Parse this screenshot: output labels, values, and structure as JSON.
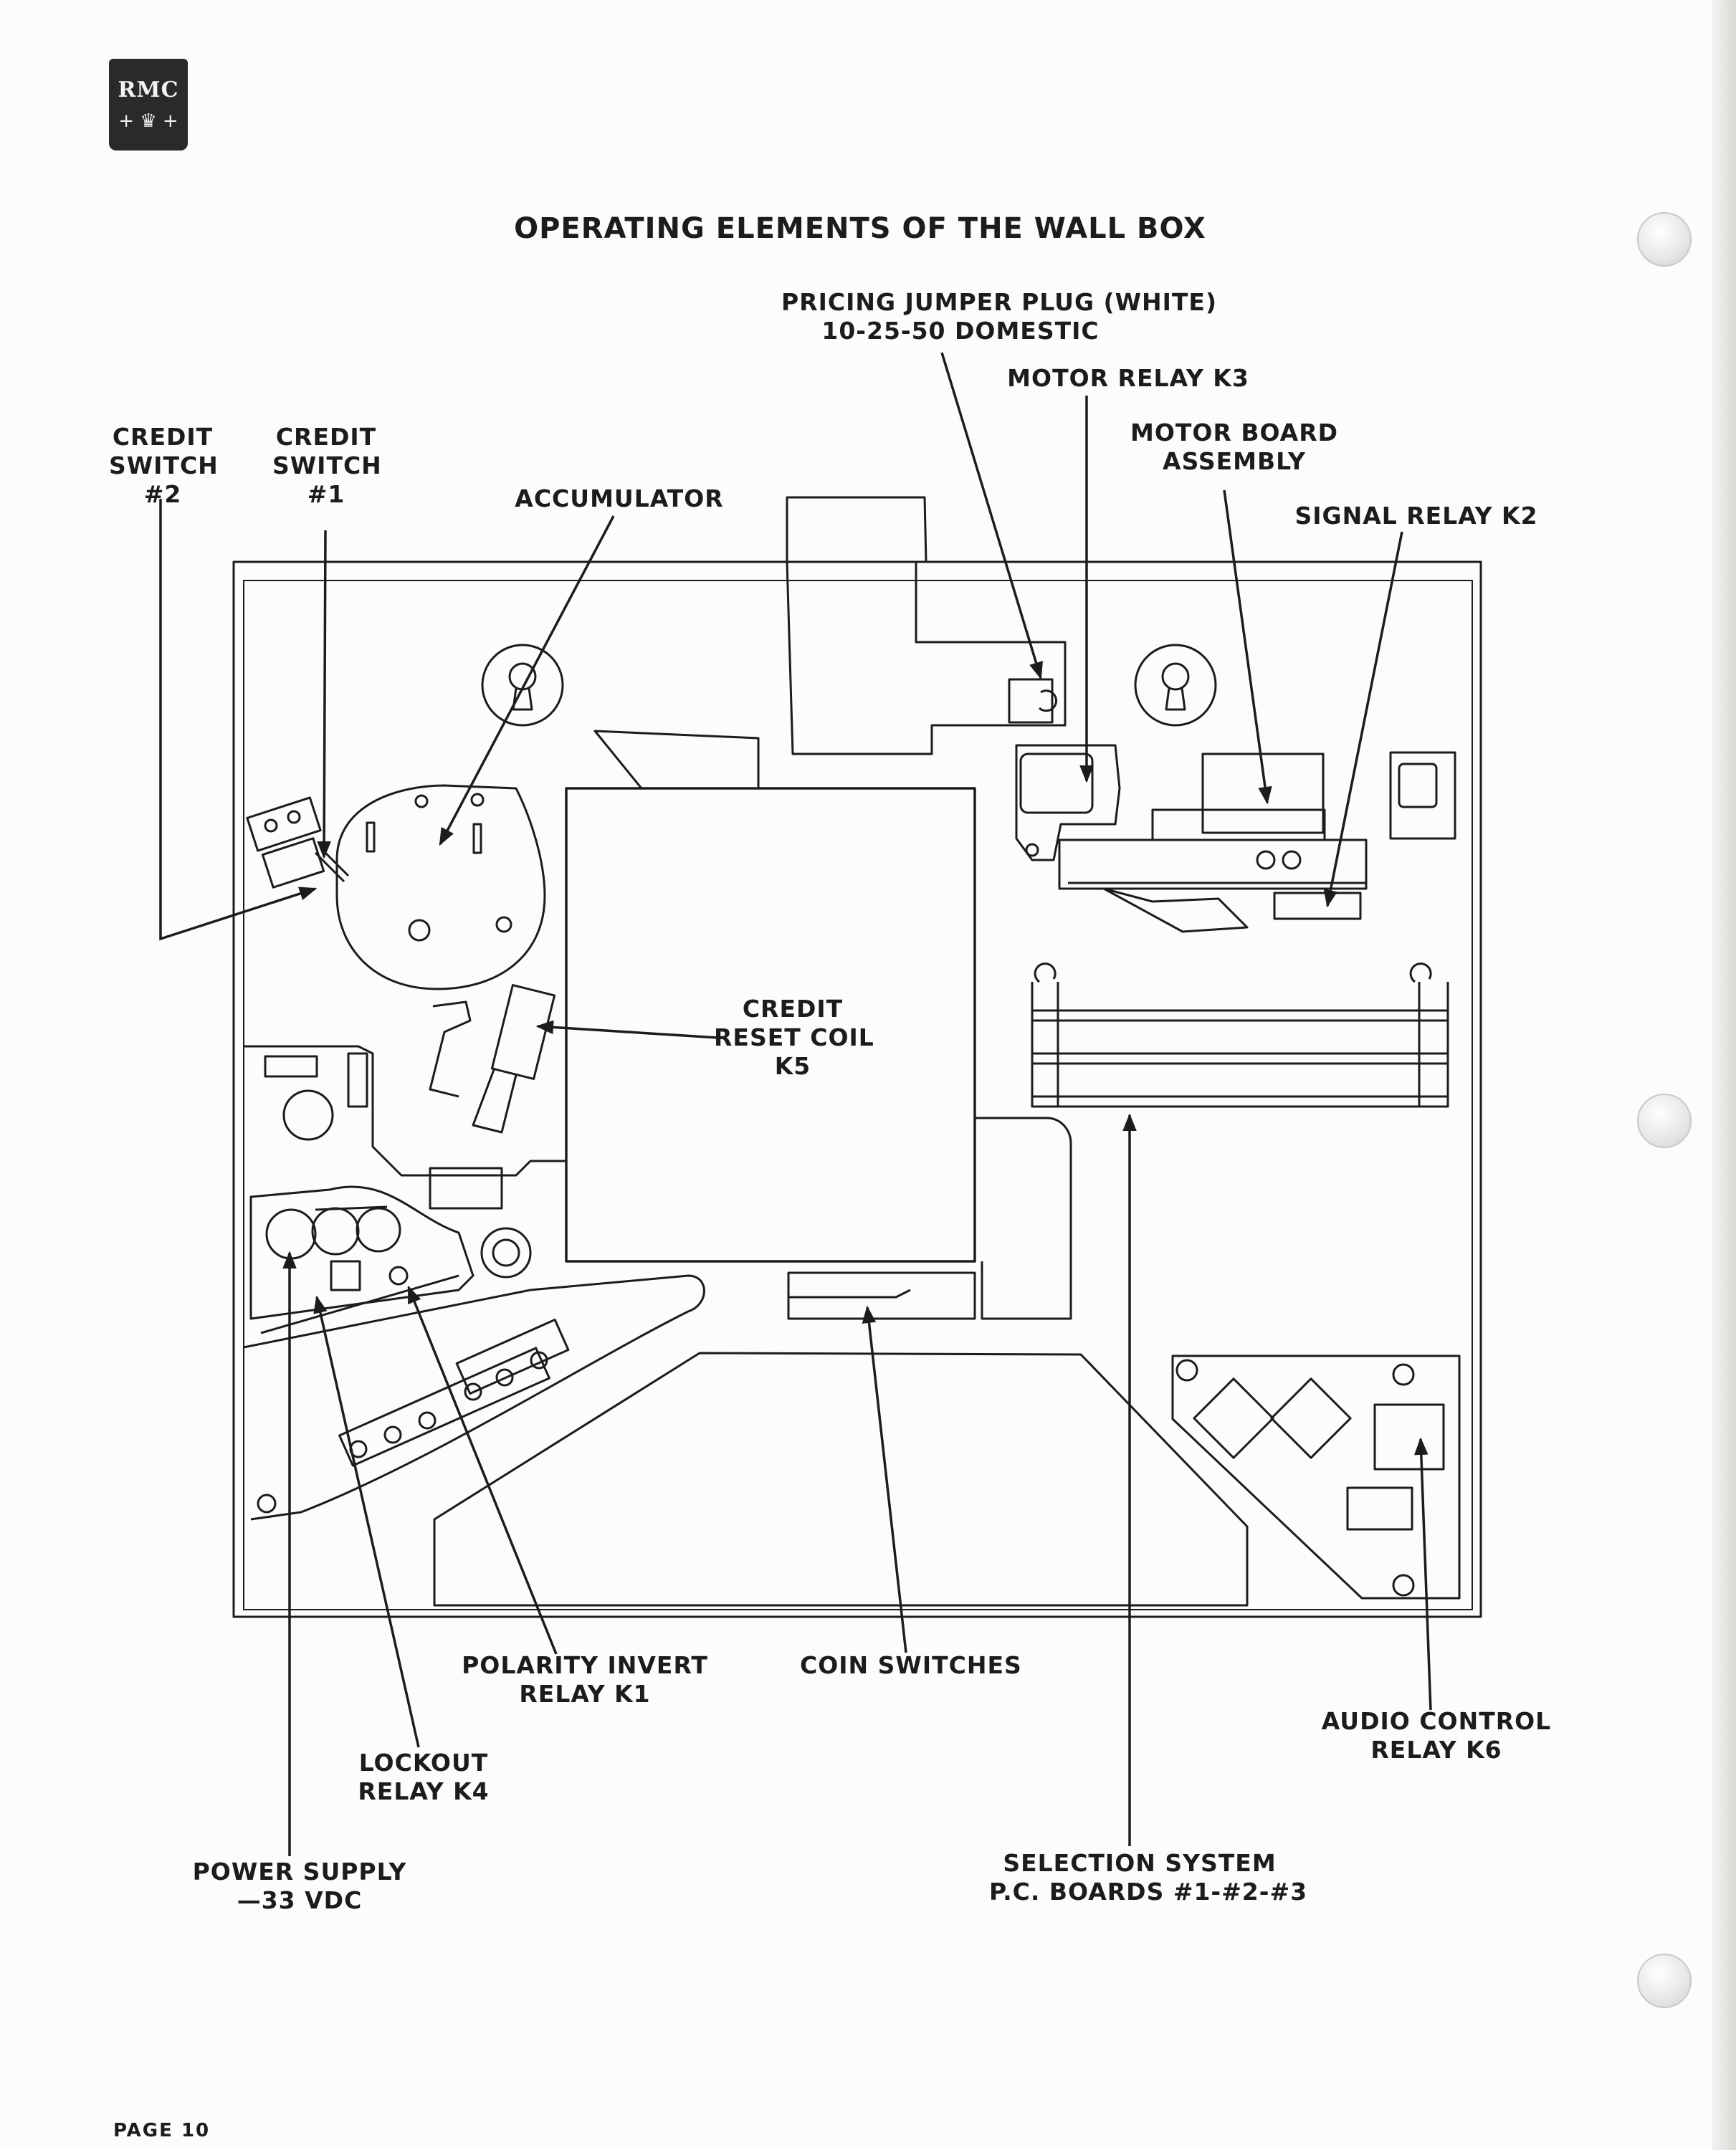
{
  "logo": {
    "text": "RMC",
    "crown": "+ ♛ +"
  },
  "title": "OPERATING ELEMENTS OF THE WALL BOX",
  "labels": {
    "pricing_jumper_plug": {
      "line1": "PRICING JUMPER PLUG (WHITE)",
      "line2": "10-25-50 DOMESTIC"
    },
    "motor_relay_k3": {
      "line1": "MOTOR RELAY K3"
    },
    "motor_board_assembly": {
      "line1": "MOTOR BOARD",
      "line2": "ASSEMBLY"
    },
    "signal_relay_k2": {
      "line1": "SIGNAL RELAY K2"
    },
    "credit_switch_2": {
      "line1": "CREDIT",
      "line2": "SWITCH",
      "line3": "#2"
    },
    "credit_switch_1": {
      "line1": "CREDIT",
      "line2": "SWITCH",
      "line3": "#1"
    },
    "accumulator": {
      "line1": "ACCUMULATOR"
    },
    "credit_reset_coil": {
      "line1": "CREDIT",
      "line2": "RESET COIL",
      "line3": "K5"
    },
    "polarity_invert_relay": {
      "line1": "POLARITY INVERT",
      "line2": "RELAY K1"
    },
    "coin_switches": {
      "line1": "COIN SWITCHES"
    },
    "audio_control_relay": {
      "line1": "AUDIO CONTROL",
      "line2": "RELAY K6"
    },
    "lockout_relay": {
      "line1": "LOCKOUT",
      "line2": "RELAY K4"
    },
    "power_supply": {
      "line1": "POWER SUPPLY",
      "line2": "—33 VDC"
    },
    "selection_system": {
      "line1": "SELECTION SYSTEM",
      "line2": "P.C. BOARDS #1-#2-#3"
    }
  },
  "footer": "PAGE 10"
}
